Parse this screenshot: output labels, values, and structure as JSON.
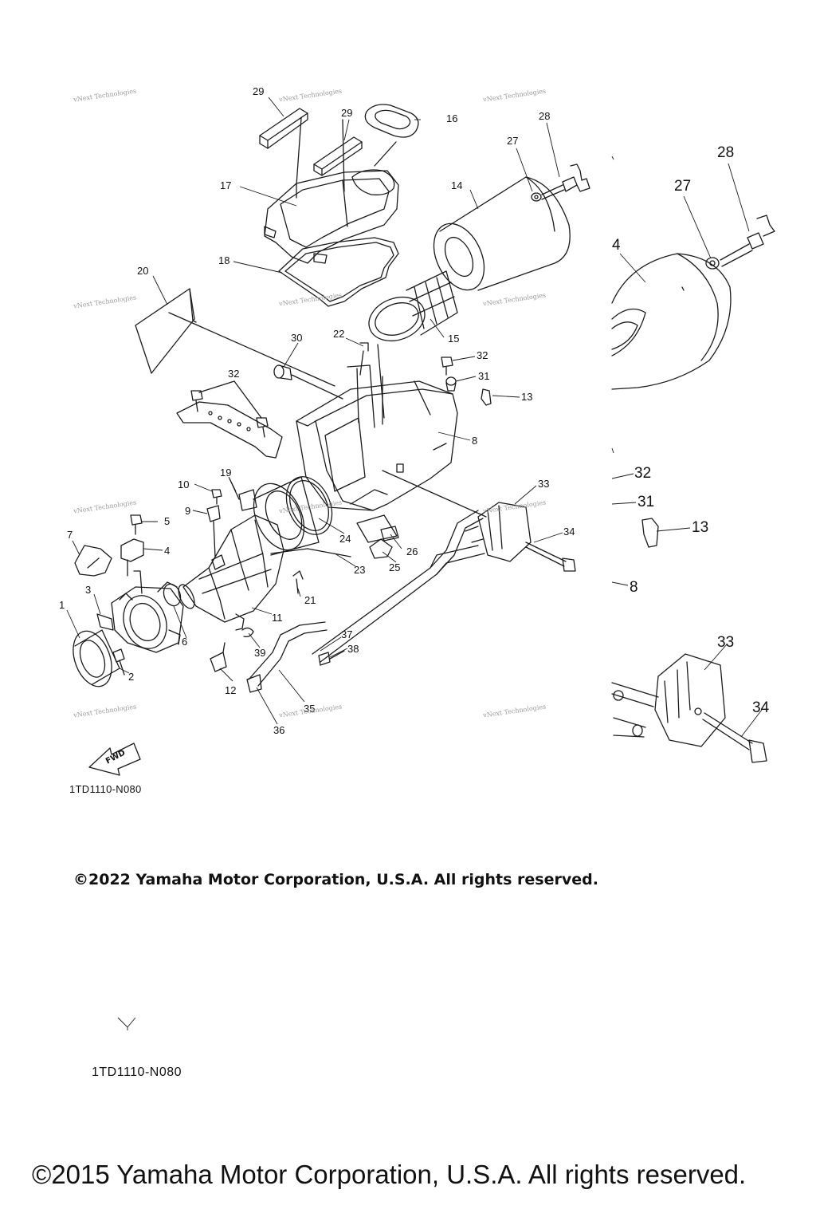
{
  "diagram": {
    "callouts": [
      "1",
      "2",
      "3",
      "4",
      "5",
      "6",
      "7",
      "8",
      "9",
      "10",
      "11",
      "12",
      "13",
      "14",
      "15",
      "16",
      "17",
      "18",
      "19",
      "20",
      "21",
      "22",
      "23",
      "24",
      "25",
      "26",
      "27",
      "28",
      "29",
      "29",
      "30",
      "31",
      "32",
      "32",
      "33",
      "34",
      "35",
      "36",
      "37",
      "38",
      "39"
    ],
    "zoom_callouts": [
      "28",
      "27",
      "4",
      "32",
      "31",
      "13",
      "8",
      "33",
      "34"
    ],
    "fwd_label": "FWD",
    "figure_code": "1TD1110-N080",
    "watermark": "vNext Technologies"
  },
  "footer": {
    "copyright_2022": "©2022 Yamaha Motor Corporation, U.S.A. All rights reserved.",
    "figure_code_repeat": "1TD1110-N080",
    "copyright_2015": "©2015 Yamaha Motor Corporation, U.S.A. All rights reserved."
  },
  "colors": {
    "line": "#1a1a1a",
    "watermark": "#9a9a9a",
    "background": "#ffffff"
  }
}
